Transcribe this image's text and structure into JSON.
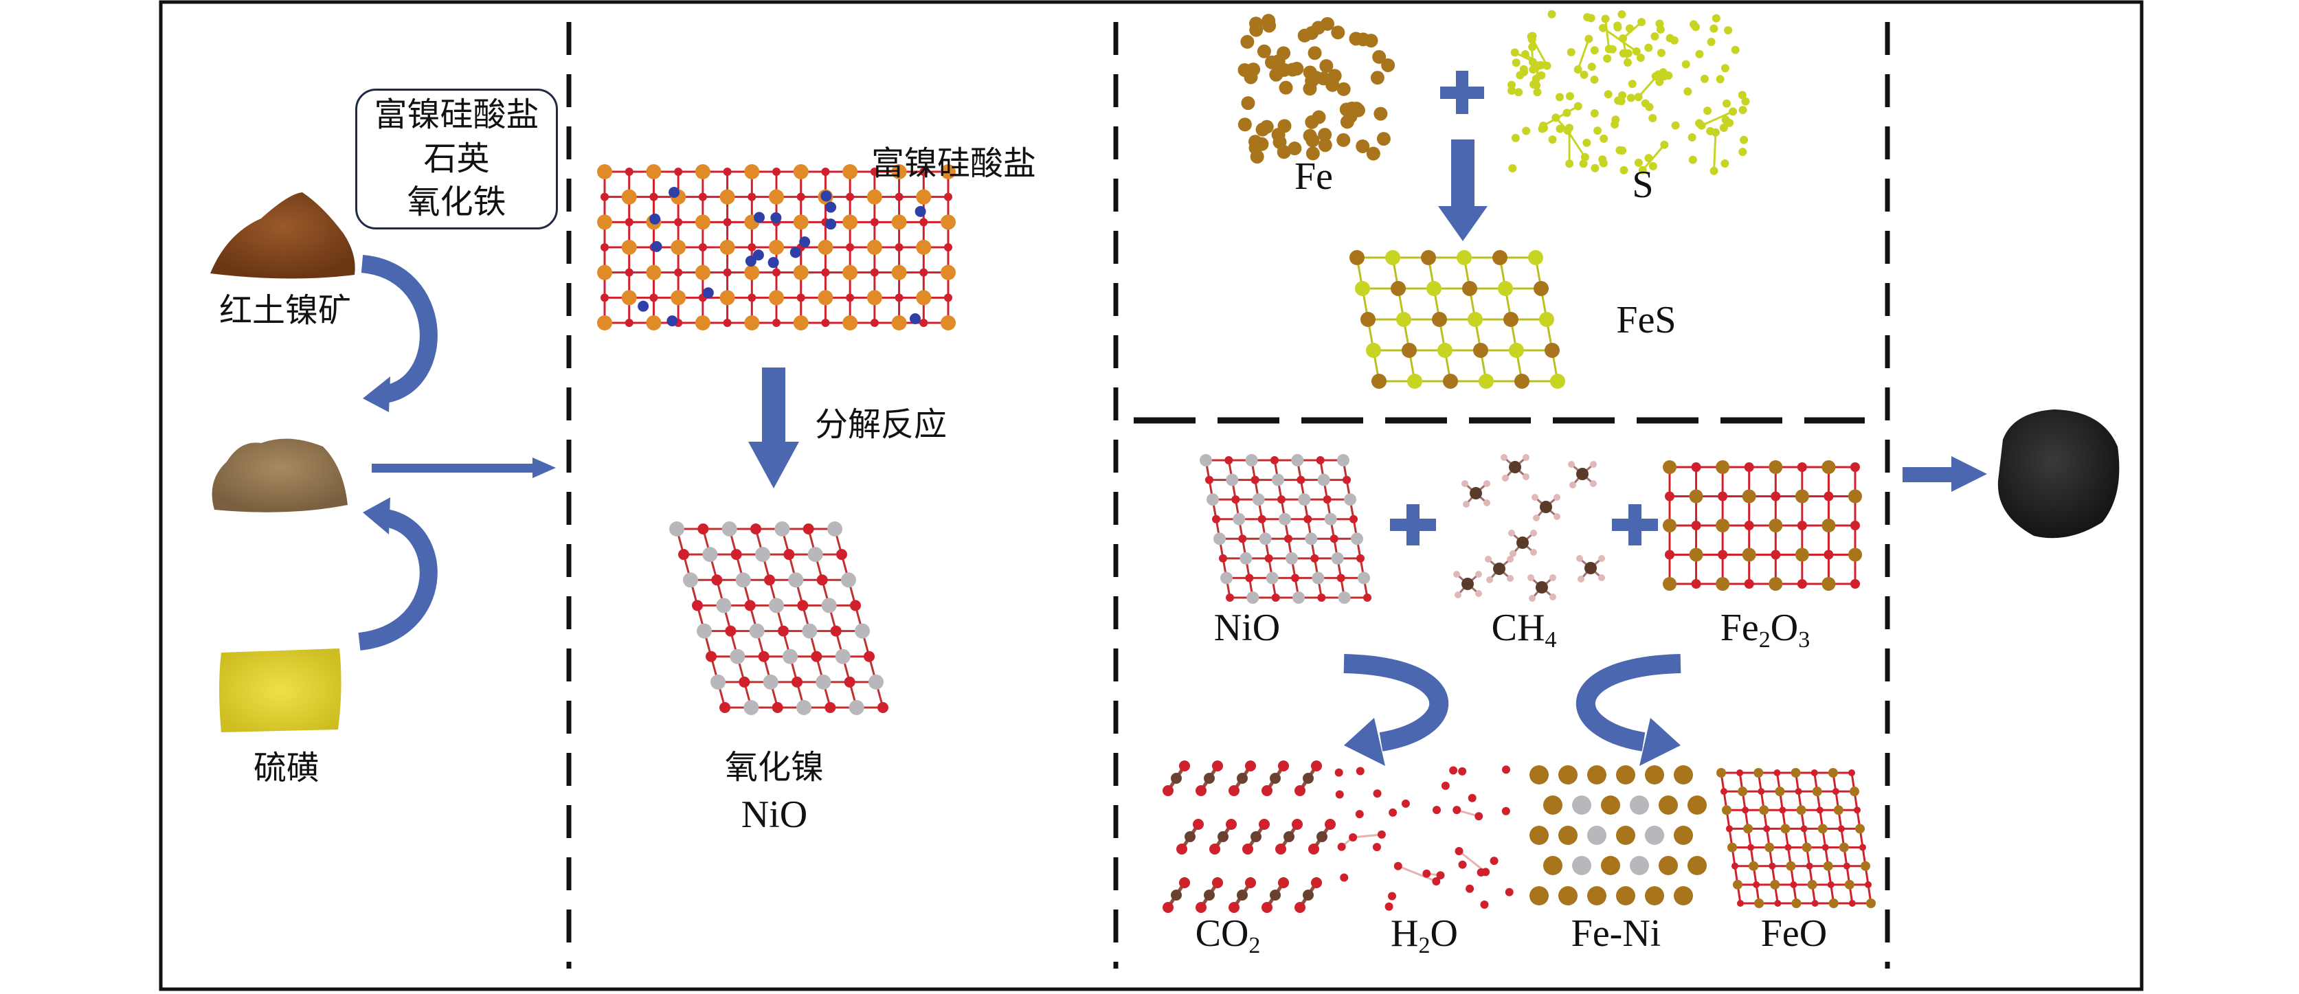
{
  "left_panel": {
    "mineral_box": [
      "富镍硅酸盐",
      "石英",
      "氧化铁"
    ],
    "laterite_label": "红土镍矿",
    "sulfur_label": "硫磺"
  },
  "middle_panel": {
    "silicate_label": "富镍硅酸盐",
    "reaction_label": "分解反应",
    "nio_label_cn": "氧化镍",
    "nio_label": "NiO"
  },
  "right_top_panel": {
    "fe_label": "Fe",
    "s_label": "S",
    "fes_label": "FeS"
  },
  "right_bottom_panel": {
    "reactants": [
      {
        "base": "NiO",
        "sub": ""
      },
      {
        "base": "CH",
        "sub": "4"
      },
      {
        "base": "Fe",
        "sub": "2",
        "rest": "O",
        "sub2": "3"
      }
    ],
    "products": [
      {
        "base": "CO",
        "sub": "",
        "sub_end": "2"
      },
      {
        "base": "H",
        "sub": "2",
        "rest": "O"
      },
      {
        "base": "Fe-Ni"
      },
      {
        "base": "FeO"
      }
    ]
  },
  "colors": {
    "arrow": "#4a67b0",
    "frame": "#111111",
    "oxygen": "#d0202c",
    "nickel": "#b8b8bc",
    "iron": "#a8741c",
    "sulfur": "#c8d422",
    "silicon": "#2e3fa8",
    "copper_orange": "#e08a28"
  }
}
